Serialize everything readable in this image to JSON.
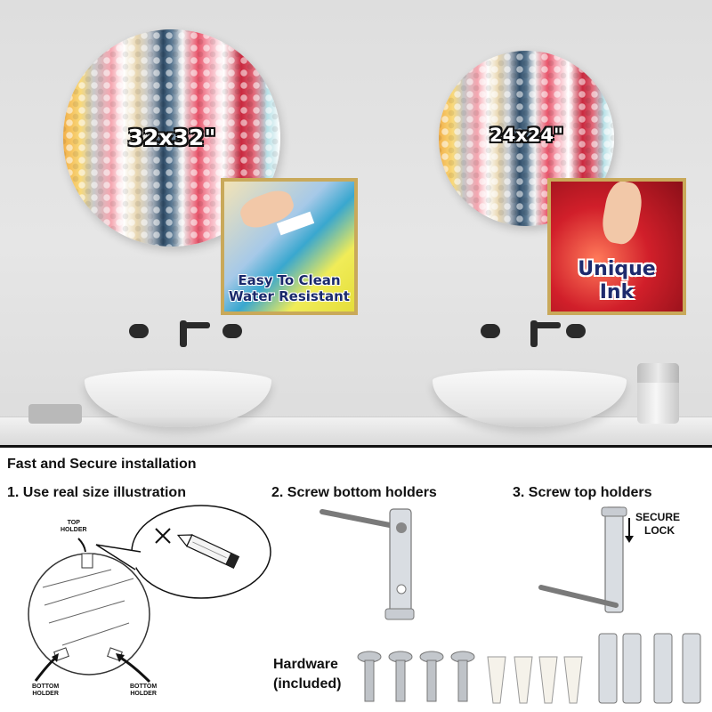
{
  "scene": {
    "mirror_large": {
      "size_label": "32x32\""
    },
    "mirror_small": {
      "size_label": "24x24\""
    },
    "feature_clean": {
      "line1": "Easy To Clean",
      "line2": "Water Resistant"
    },
    "feature_ink": {
      "line1": "Unique",
      "line2": "Ink"
    }
  },
  "install": {
    "title": "Fast and Secure installation",
    "step1": "1. Use real size illustration",
    "step2": "2. Screw bottom holders",
    "step3": "3. Screw top holders",
    "top_holder": [
      "TOP",
      "HOLDER"
    ],
    "bottom_holder": [
      "BOTTOM",
      "HOLDER"
    ],
    "secure_lock": [
      "SECURE",
      "LOCK"
    ],
    "hardware": [
      "Hardware",
      "(included)"
    ]
  },
  "colors": {
    "divider": "#111111",
    "frame_gold": "#c9a95a",
    "label_navy": "#1e2b6e"
  },
  "icons": [
    "pencil-icon",
    "cross-icon",
    "screw-icon",
    "wall-anchor-icon",
    "holder-bracket-icon",
    "down-arrow-icon"
  ]
}
